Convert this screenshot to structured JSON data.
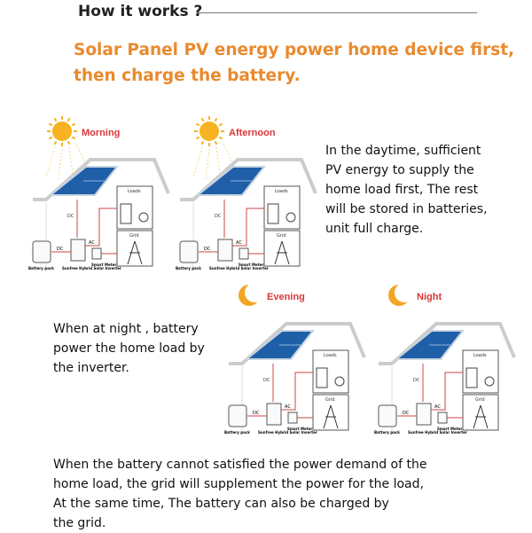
{
  "header": {
    "title": "How it works ?"
  },
  "headline": {
    "line1": "Solar Panel PV energy power home device first,",
    "line2": "then charge the battery."
  },
  "colors": {
    "accent": "#e98a2e",
    "label_red": "#d9383a",
    "panel_blue": "#1f5fa8"
  },
  "scenes": [
    {
      "label": "Morning",
      "icon": "sun-icon"
    },
    {
      "label": "Afternoon",
      "icon": "sun-icon"
    },
    {
      "label": "Evening",
      "icon": "moon-icon"
    },
    {
      "label": "Night",
      "icon": "moon-icon"
    }
  ],
  "diagram_labels": {
    "loads": "Loads",
    "grid": "Grid",
    "dc": "DC",
    "ac": "AC",
    "battery": "Battery pack",
    "inverter": "Sunfree Hybrid Solar Inverter",
    "meter": "Smart Meter"
  },
  "daytime_text": [
    "In the daytime, sufficient",
    "PV energy to supply the",
    "home load first, The rest",
    "will be stored in batteries,",
    "unit full charge."
  ],
  "night_text": [
    "When at night ,  battery",
    "power the home load by",
    "the inverter."
  ],
  "grid_text": [
    "When the battery cannot satisfied the power demand of the",
    "home load, the grid will supplement the power for the load,",
    "At the same time, The battery can also be charged by",
    "the grid."
  ]
}
